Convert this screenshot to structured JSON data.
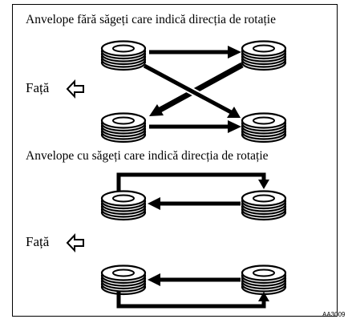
{
  "diagram": {
    "section_without_arrows": {
      "title": "Anvelope fără săgeți care indică direcția de rotație"
    },
    "section_with_arrows": {
      "title": "Anvelope cu săgeți care indică direcția de rotație"
    },
    "front_label": "Față",
    "figure_code": "AA3009"
  },
  "colors": {
    "line": "#000000",
    "background": "#ffffff"
  },
  "icons": {
    "front_arrow": "hollow-left-arrow-icon",
    "tire": "stacked-tire-icon"
  }
}
